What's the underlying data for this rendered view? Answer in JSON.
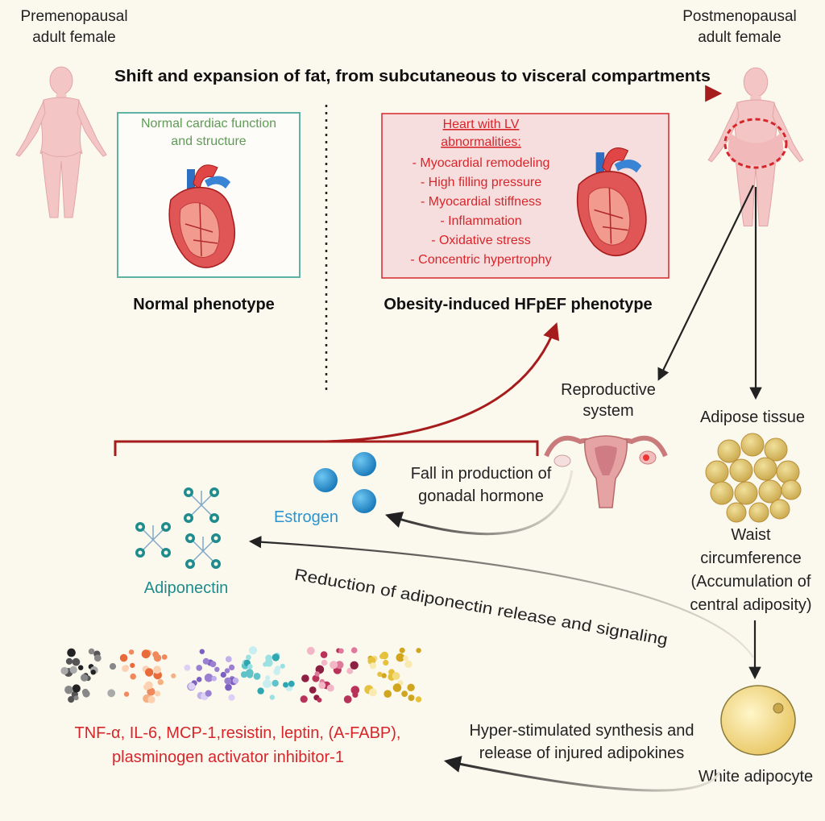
{
  "labels": {
    "premenopausal_line1": "Premenopausal",
    "premenopausal_line2": "adult female",
    "postmenopausal_line1": "Postmenopausal",
    "postmenopausal_line2": "adult female",
    "shift_arrow": "Shift and expansion of fat, from subcutaneous to visceral compartments",
    "normal_box_line1": "Normal cardiac function",
    "normal_box_line2": "and structure",
    "normal_phenotype": "Normal phenotype",
    "obesity_box_title_line1": "Heart with LV",
    "obesity_box_title_line2": "abnormalities:",
    "obesity_items": [
      "- Myocardial remodeling",
      "- High filling pressure",
      "- Myocardial stiffness",
      "- Inflammation",
      "- Oxidative stress",
      "- Concentric hypertrophy"
    ],
    "obesity_phenotype": "Obesity-induced HFpEF phenotype",
    "reproductive_line1": "Reproductive",
    "reproductive_line2": "system",
    "adipose_tissue": "Adipose tissue",
    "fall_line1": "Fall in production of",
    "fall_line2": "gonadal hormone",
    "estrogen": "Estrogen",
    "adiponectin": "Adiponectin",
    "waist_line1": "Waist",
    "waist_line2": "circumference",
    "waist_line3": "(Accumulation of",
    "waist_line4": "central adiposity)",
    "reduction_line1": "Reduction of adiponectin release and signaling",
    "hyper_line1": "Hyper-stimulated synthesis and",
    "hyper_line2": "release of injured adipokines",
    "white_adipocyte": "White adipocyte",
    "cytokines_line1": "TNF-α, IL-6, MCP-1,resistin, leptin, (A-FABP),",
    "cytokines_line2": "plasminogen activator inhibitor-1"
  },
  "colors": {
    "background": "#fbf8ee",
    "dark_red": "#a61b1b",
    "text_red": "#d7262b",
    "green_text": "#5f9a57",
    "teal_box": "#5fb3a5",
    "estrogen_blue": "#2b95d0",
    "adiponectin_teal": "#1e8c8c",
    "body_pink": "#f3c5c5",
    "fat_yellow": "#d9bf63"
  },
  "icons": [
    "female-figure-icon",
    "heart-icon",
    "uterus-icon",
    "adipose-cluster-icon",
    "adipocyte-icon",
    "estrogen-molecule-icon",
    "adiponectin-molecule-icon",
    "adipokine-dots-icon"
  ]
}
